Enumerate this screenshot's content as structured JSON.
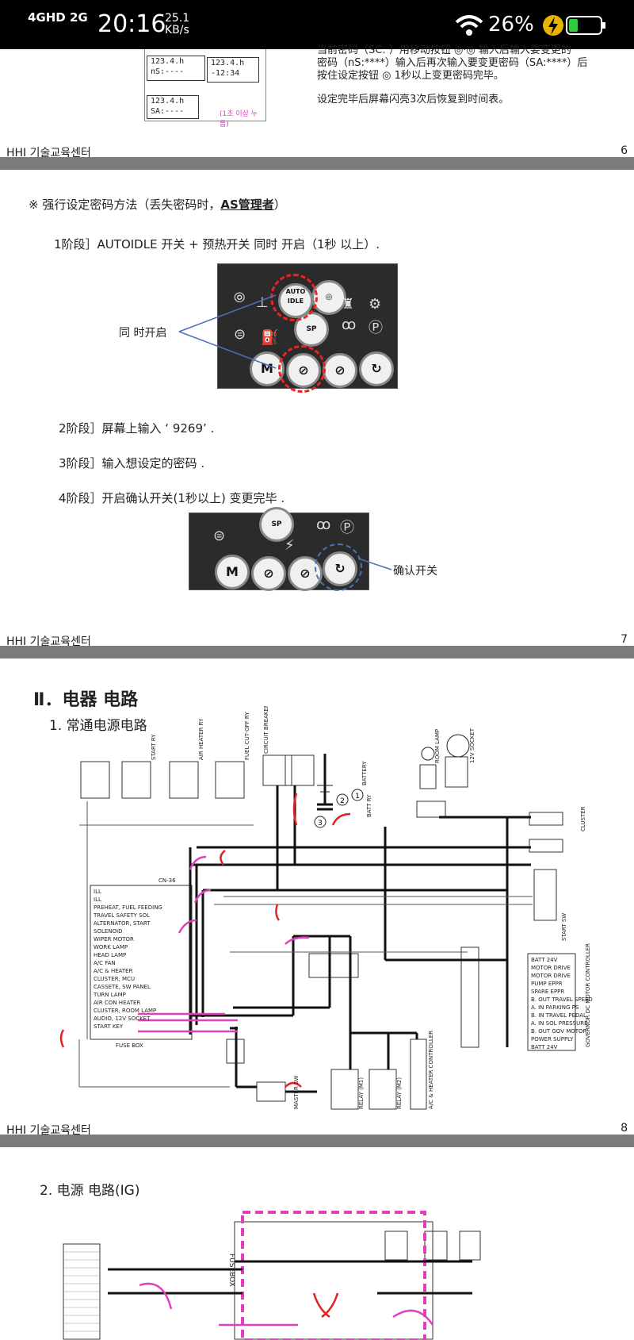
{
  "status_bar": {
    "network": "4GHD 2G",
    "time": "20:16",
    "speed_value": "25.1",
    "speed_unit": "KB/s",
    "battery": "26%"
  },
  "page6": {
    "lcd_a": "123.4.h",
    "lcd_b": "nS:----",
    "lcd_c": "123.4.h",
    "lcd_d": "-12:34",
    "lcd_e": "123.4.h",
    "lcd_f": "SA:----",
    "pink_note": "(1초 이상 누름)",
    "line1": "当前密码（SC:    ）用移动按钮 ◎·◎ 输入后输入要变更的",
    "line2": "密码（nS:****）输入后再次输入要变更密码（SA:****）后",
    "line3": "按住设定按钮 ◎ 1秒以上变更密码完毕。",
    "line4": "设定完毕后屏幕闪亮3次后恢复到时间表。"
  },
  "footer6": {
    "left": "HHI 기술교육센터",
    "right": "6"
  },
  "page7": {
    "heading": "※ 强行设定密码方法（丢失密码时，",
    "heading_u": "AS管理者",
    "heading_end": "）",
    "step1": "1阶段］AUTOIDLE 开关 + 预热开关 同时 开启（1秒 以上）.",
    "label_same": "同 时开启",
    "step2": "2阶段］屏幕上输入 ‘ 9269’ .",
    "step3": "3阶段］输入想设定的密码 .",
    "step4": "4阶段］开启确认开关(1秒以上) 变更完毕 .",
    "label_confirm": "确认开关",
    "key_autoidle": "AUTO IDLE",
    "key_m": "M"
  },
  "footer7": {
    "left": "HHI 기술교육센터",
    "right": "7"
  },
  "page8": {
    "title": "Ⅱ．电器 电路",
    "subtitle": "1. 常通电源电路",
    "labels": {
      "battery": "BATTERY",
      "breaker": "CIRCUIT BREAKER MANUL RESET",
      "room_lamp": "ROOM LAMP",
      "socket": "12V SOCKET",
      "start_sw": "START SW",
      "fuse_box": "FUSE BOX",
      "master_sw": "MASTER SW",
      "relay_m1": "RELAY (M1)",
      "relay_m2": "RELAY (M2)",
      "ac_heater": "A/C & HEATER CONTROLLER",
      "governor": "GOVERNOR DC MOTOR CONTROLLER",
      "cluster": "CLUSTER",
      "cn36": "CN-36",
      "batt_ry": "BATT RY",
      "start_ry": "START RY",
      "air_heater_ry": "AIR HEATER RY",
      "fuel_cut_ry": "FUEL CUT-OFF RY",
      "circle1": "1",
      "circle2": "2",
      "circle3": "3"
    },
    "fuse_items": [
      "ILL",
      "ILL",
      "PREHEAT, FUEL FEEDING",
      "TRAVEL SAFETY SOL",
      "ALTERNATOR, START",
      "SOLENOID",
      "WIPER MOTOR",
      "WORK LAMP",
      "HEAD LAMP",
      "A/C FAN",
      "A/C & HEATER",
      "CLUSTER, MCU",
      "CASSETE, SW PANEL",
      "TURN LAMP",
      "AIR CON HEATER",
      "CLUSTER, ROOM LAMP",
      "AUDIO, 12V SOCKET",
      "START KEY"
    ],
    "gov_items": [
      "BATT 24V",
      "MOTOR DRIVE",
      "MOTOR DRIVE",
      "PUMP EPPR",
      "SPARE EPPR",
      "B. OUT TRAVEL SPEED",
      "A. IN PARKING PS",
      "B. IN TRAVEL PEDAL",
      "A. IN SOL PRESSURE",
      "B. OUT GOV MOTOR",
      "POWER SUPPLY",
      "BATT 24V"
    ]
  },
  "footer8": {
    "left": "HHI 기술교육센터",
    "right": "8"
  },
  "page9": {
    "subtitle": "2. 电源 电路(IG)",
    "fusebox": "FUSEBOX"
  },
  "colors": {
    "magenta": "#e040c0",
    "red": "#e22222",
    "grey_bar": "#7b7b7b"
  }
}
